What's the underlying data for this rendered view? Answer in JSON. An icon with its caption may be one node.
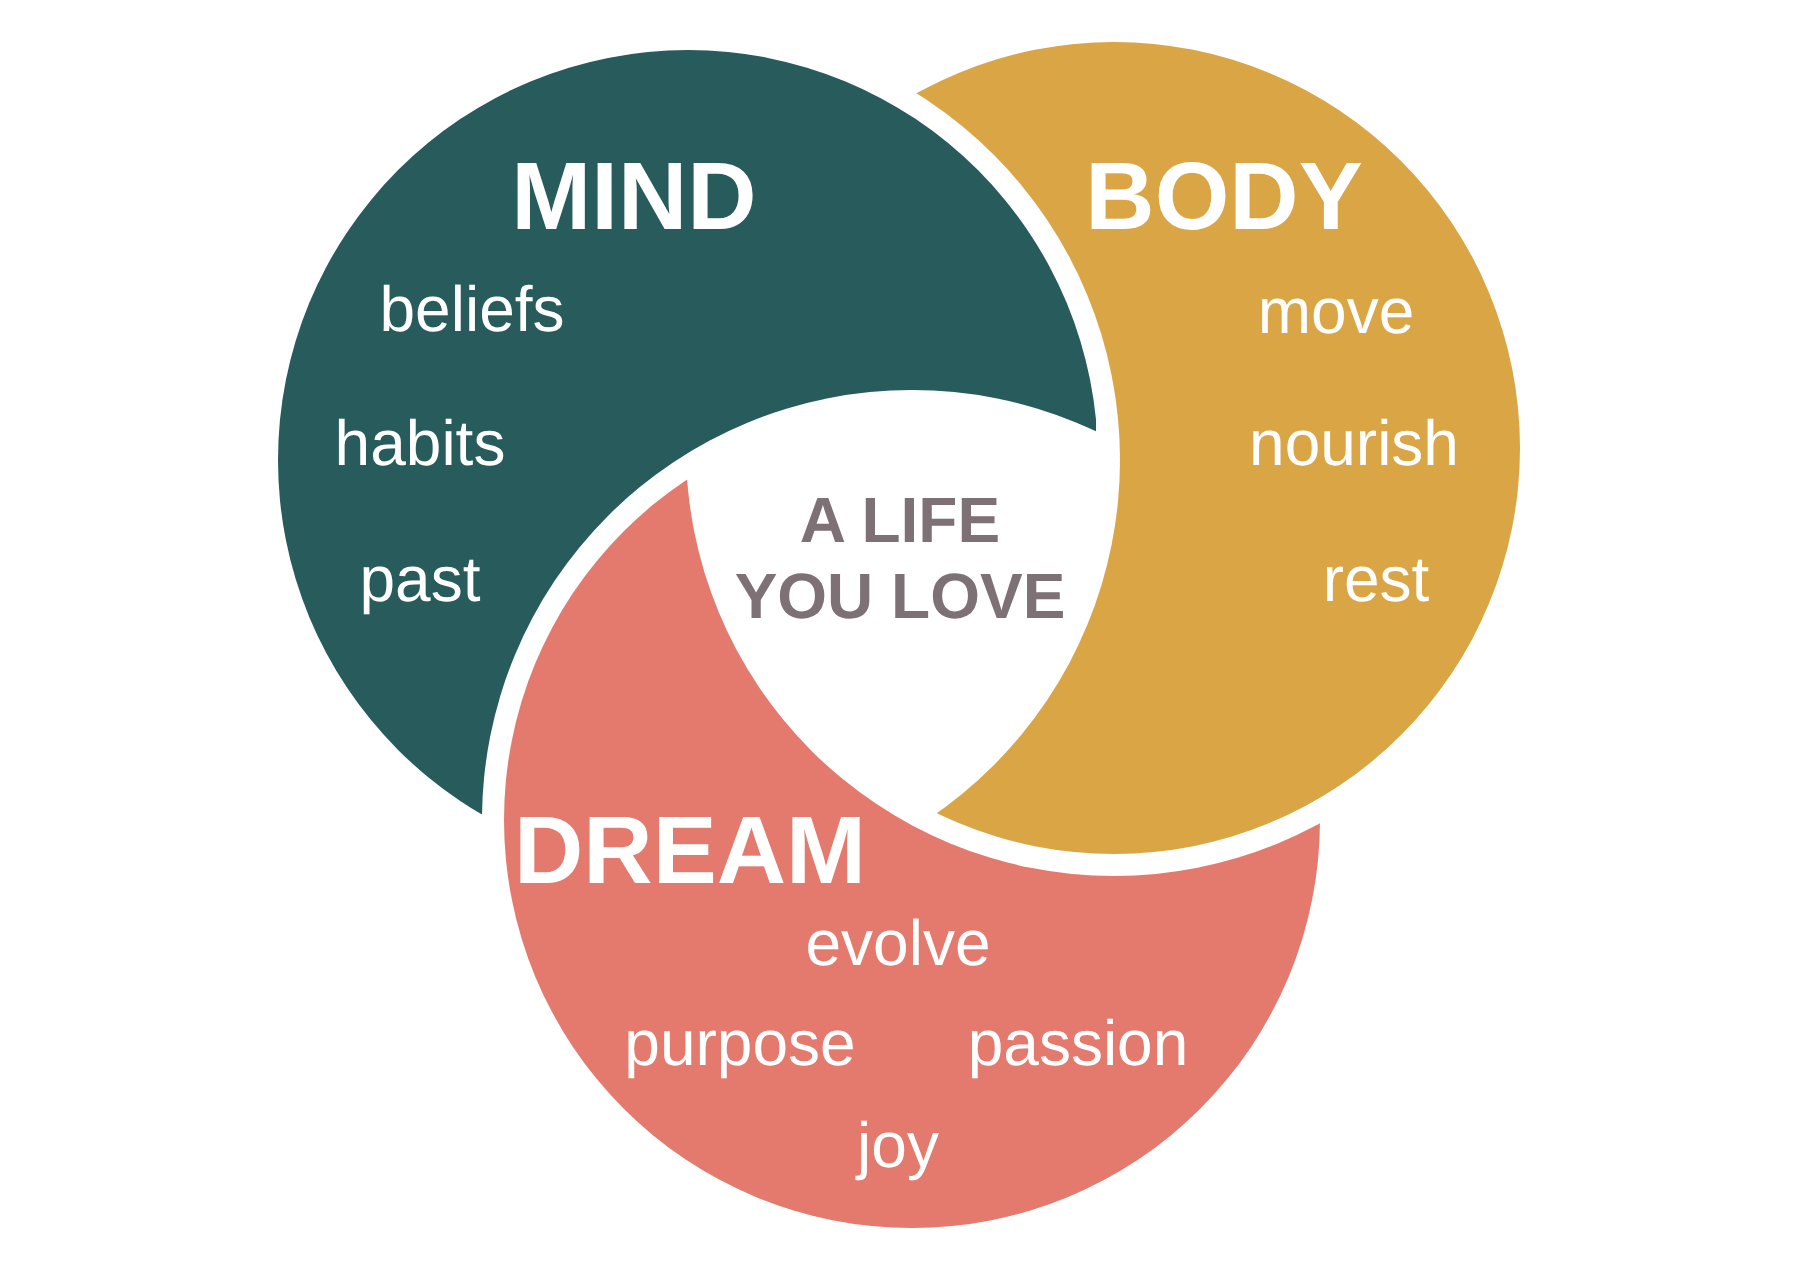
{
  "diagram": {
    "nodes": [
      {
        "text": [
          "MIND",
          "beliefs",
          "habits",
          "past"
        ]
      },
      {
        "text": [
          "BODY",
          "move",
          "nourish",
          "rest"
        ]
      },
      {
        "text": [
          "DREAM",
          "evolve",
          "purpose",
          "passion",
          "joy"
        ]
      }
    ],
    "edges": [],
    "labels": [
      "A LIFE YOU LOVE"
    ]
  }
}
